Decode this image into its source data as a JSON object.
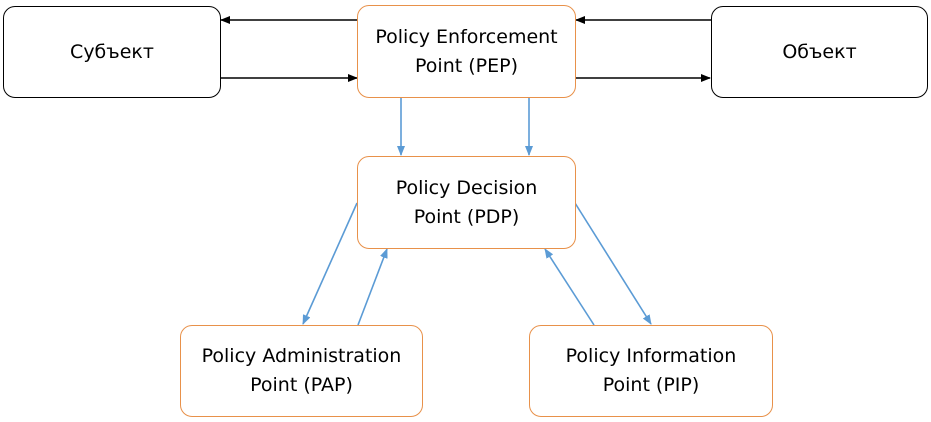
{
  "diagram": {
    "colors": {
      "subject_object_border": "#000000",
      "policy_border": "#e8914a",
      "black_arrow": "#000000",
      "blue_arrow": "#5b9bd5"
    },
    "nodes": {
      "subject": {
        "label": "Субъект"
      },
      "object": {
        "label": "Объект"
      },
      "pep": {
        "line1": "Policy Enforcement",
        "line2": "Point (PEP)"
      },
      "pdp": {
        "line1": "Policy Decision",
        "line2": "Point (PDP)"
      },
      "pap": {
        "line1": "Policy Administration",
        "line2": "Point (PAP)"
      },
      "pip": {
        "line1": "Policy Information",
        "line2": "Point (PIP)"
      }
    },
    "edges": [
      {
        "from": "pep",
        "to": "subject",
        "color": "black"
      },
      {
        "from": "subject",
        "to": "pep",
        "color": "black"
      },
      {
        "from": "object",
        "to": "pep",
        "color": "black"
      },
      {
        "from": "pep",
        "to": "object",
        "color": "black"
      },
      {
        "from": "pep",
        "to": "pdp",
        "color": "blue"
      },
      {
        "from": "pep",
        "to": "pdp",
        "color": "blue"
      },
      {
        "from": "pdp",
        "to": "pap",
        "color": "blue"
      },
      {
        "from": "pap",
        "to": "pdp",
        "color": "blue"
      },
      {
        "from": "pip",
        "to": "pdp",
        "color": "blue"
      },
      {
        "from": "pdp",
        "to": "pip",
        "color": "blue"
      }
    ]
  }
}
